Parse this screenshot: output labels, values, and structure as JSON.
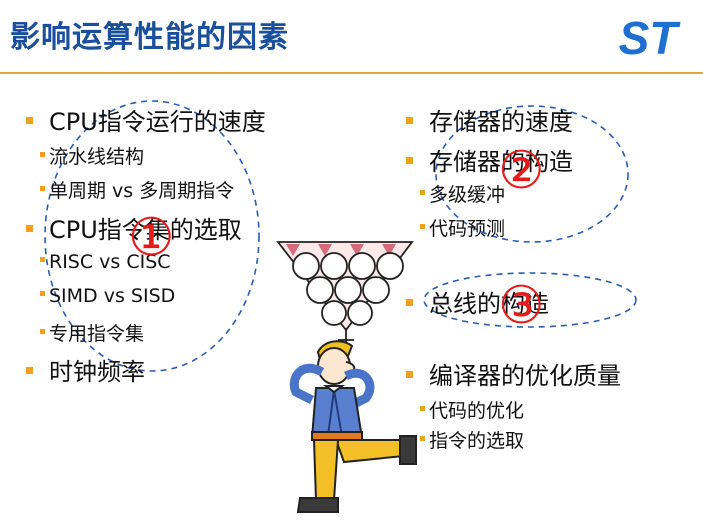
{
  "header": {
    "title": "影响运算性能的因素",
    "logo_text": "ST",
    "logo_icon": "st-logo-icon"
  },
  "left_column": {
    "cpu_speed": "CPU指令运行的速度",
    "pipeline": "流水线结构",
    "single_multi_cycle": "单周期 vs 多周期指令",
    "instruction_set": "CPU指令集的选取",
    "risc_cisc": "RISC vs CISC",
    "simd_sisd": "SIMD vs SISD",
    "special_instr": "专用指令集",
    "clock": "时钟频率"
  },
  "right_column": {
    "mem_speed": "存储器的速度",
    "mem_structure": "存储器的构造",
    "multi_cache": "多级缓冲",
    "code_prefetch": "代码预测",
    "bus_structure": "总线的构造",
    "compiler_quality": "编译器的优化质量",
    "code_opt": "代码的优化",
    "instr_select": "指令的选取"
  },
  "markers": {
    "one": "①",
    "two": "②",
    "three": "③"
  },
  "colors": {
    "title": "#1a4f9c",
    "rule": "#e8a33a",
    "bullet": "#f0a020",
    "circled_number": "#e51b1b",
    "dashed_ellipse": "#2a5db0"
  },
  "illustration": "juggler-balancing-hexagon-lattice-icon"
}
